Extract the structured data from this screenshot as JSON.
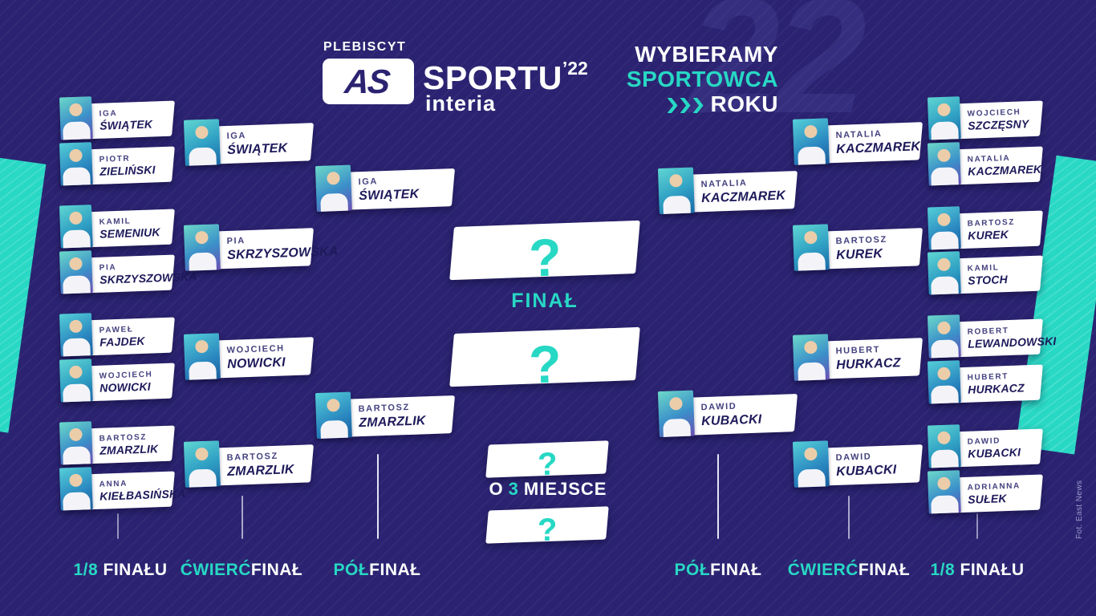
{
  "header": {
    "plebiscyt": "PLEBISCYT",
    "as_logo": "AS",
    "sportu": "SPORTU",
    "year": "’22",
    "interia": "interia",
    "wybieramy": "WYBIERAMY",
    "sportowca": "SPORTOWCA",
    "roku": "ROKU",
    "watermark": "22"
  },
  "colors": {
    "background": "#2b2371",
    "accent_teal": "#27d8c4",
    "plate_white": "#ffffff",
    "surname_navy": "#1e1a5a"
  },
  "final": {
    "label": "FINAŁ",
    "q_top": "?",
    "q_bottom": "?"
  },
  "third_place": {
    "o": "O",
    "three": "3",
    "miejsce": "MIEJSCE",
    "q_top": "?",
    "q_bottom": "?"
  },
  "round_labels": {
    "left": [
      {
        "accent": "1/8",
        "rest": " FINAŁU"
      },
      {
        "accent": "ĆWIERĆ",
        "rest": "FINAŁ"
      },
      {
        "accent": "PÓŁ",
        "rest": "FINAŁ"
      }
    ],
    "right": [
      {
        "accent": "PÓŁ",
        "rest": "FINAŁ"
      },
      {
        "accent": "ĆWIERĆ",
        "rest": "FINAŁ"
      },
      {
        "accent": "1/8",
        "rest": " FINAŁU"
      }
    ]
  },
  "bracket": {
    "left_round_of_16": [
      {
        "first": "IGA",
        "last": "ŚWIĄTEK"
      },
      {
        "first": "PIOTR",
        "last": "ZIELIŃSKI"
      },
      {
        "first": "KAMIL",
        "last": "SEMENIUK"
      },
      {
        "first": "PIA",
        "last": "SKRZYSZOWSKA"
      },
      {
        "first": "PAWEŁ",
        "last": "FAJDEK"
      },
      {
        "first": "WOJCIECH",
        "last": "NOWICKI"
      },
      {
        "first": "BARTOSZ",
        "last": "ZMARZLIK"
      },
      {
        "first": "ANNA",
        "last": "KIEŁBASIŃSKA"
      }
    ],
    "left_quarterfinal": [
      {
        "first": "IGA",
        "last": "ŚWIĄTEK"
      },
      {
        "first": "PIA",
        "last": "SKRZYSZOWSKA"
      },
      {
        "first": "WOJCIECH",
        "last": "NOWICKI"
      },
      {
        "first": "BARTOSZ",
        "last": "ZMARZLIK"
      }
    ],
    "left_semifinal": [
      {
        "first": "IGA",
        "last": "ŚWIĄTEK"
      },
      {
        "first": "BARTOSZ",
        "last": "ZMARZLIK"
      }
    ],
    "right_semifinal": [
      {
        "first": "NATALIA",
        "last": "KACZMAREK"
      },
      {
        "first": "DAWID",
        "last": "KUBACKI"
      }
    ],
    "right_quarterfinal": [
      {
        "first": "NATALIA",
        "last": "KACZMAREK"
      },
      {
        "first": "BARTOSZ",
        "last": "KUREK"
      },
      {
        "first": "HUBERT",
        "last": "HURKACZ"
      },
      {
        "first": "DAWID",
        "last": "KUBACKI"
      }
    ],
    "right_round_of_16": [
      {
        "first": "WOJCIECH",
        "last": "SZCZĘSNY"
      },
      {
        "first": "NATALIA",
        "last": "KACZMAREK"
      },
      {
        "first": "BARTOSZ",
        "last": "KUREK"
      },
      {
        "first": "KAMIL",
        "last": "STOCH"
      },
      {
        "first": "ROBERT",
        "last": "LEWANDOWSKI"
      },
      {
        "first": "HUBERT",
        "last": "HURKACZ"
      },
      {
        "first": "DAWID",
        "last": "KUBACKI"
      },
      {
        "first": "ADRIANNA",
        "last": "SUŁEK"
      }
    ]
  },
  "credit": "Fot. East News"
}
